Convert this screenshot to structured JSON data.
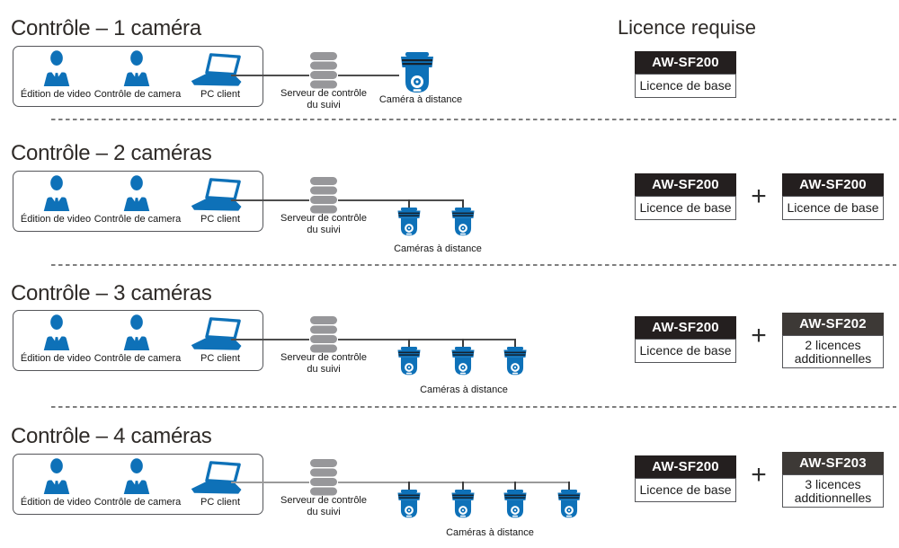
{
  "heading": {
    "license_column": "Licence requise"
  },
  "workstation": {
    "roles": [
      "Édition de video",
      "Contrôle de camera",
      "PC client"
    ],
    "server_label_line1": "Serveur de contrôle",
    "server_label_line2": "du suivi"
  },
  "camera_labels": {
    "single": "Caméra à distance",
    "multiple": "Caméras à distance"
  },
  "plus_sign": "+",
  "palette": {
    "icon_blue": "#0e71b8",
    "server_gray": "#97979a",
    "base_license_header": "#241f1f",
    "additional_license_header": "#3d3936",
    "connector_line": "#4d4d4d",
    "connector_line_row4": "#9a9a9a"
  },
  "rows": [
    {
      "title": "Contrôle – 1 caméra",
      "camera_count": 1,
      "licenses": [
        {
          "model": "AW-SF200",
          "type": "Licence de base"
        }
      ]
    },
    {
      "title": "Contrôle – 2 caméras",
      "camera_count": 2,
      "licenses": [
        {
          "model": "AW-SF200",
          "type": "Licence de base"
        },
        {
          "model": "AW-SF200",
          "type": "Licence de base"
        }
      ]
    },
    {
      "title": "Contrôle – 3 caméras",
      "camera_count": 3,
      "licenses": [
        {
          "model": "AW-SF200",
          "type": "Licence de base"
        },
        {
          "model": "AW-SF202",
          "type": "2 licences additionnelles"
        }
      ]
    },
    {
      "title": "Contrôle – 4 caméras",
      "camera_count": 4,
      "licenses": [
        {
          "model": "AW-SF200",
          "type": "Licence de base"
        },
        {
          "model": "AW-SF203",
          "type": "3 licences additionnelles"
        }
      ]
    }
  ]
}
